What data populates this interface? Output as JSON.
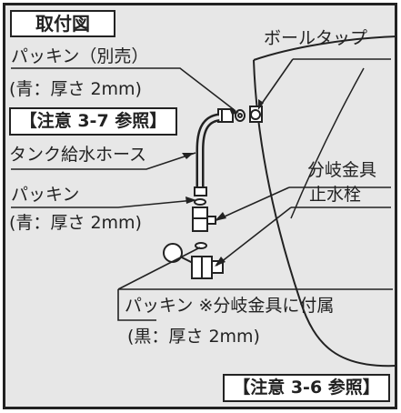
{
  "title": "取付図",
  "labels": {
    "packing_top_1": "パッキン（別売）",
    "packing_top_2": "(青：厚さ 2mm)",
    "caution_37": "【注意 3-7 参照】",
    "hose": "タンク給水ホース",
    "packing_mid_1": "パッキン",
    "packing_mid_2": "(青：厚さ 2mm)",
    "ball_tap": "ボールタップ",
    "branch": "分岐金具",
    "stop_valve": "止水栓",
    "packing_bottom_1": "パッキン ※分岐金具に付属",
    "packing_bottom_2": "(黒：厚さ 2mm)",
    "caution_36": "【注意 3-6 参照】"
  },
  "colors": {
    "background": "#e7e7e7",
    "line": "#222222",
    "part_fill": "#ffffff"
  }
}
